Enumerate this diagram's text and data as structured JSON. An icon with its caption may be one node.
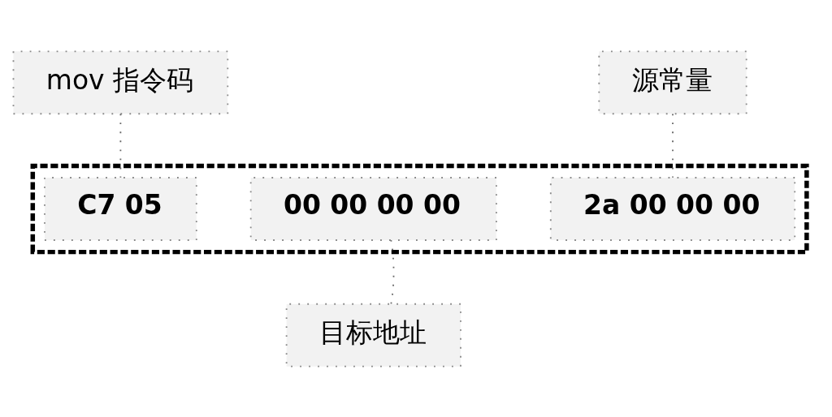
{
  "diagram": {
    "nodes": [
      {
        "text": [
          "mov 指令码"
        ]
      },
      {
        "text": [
          "源常量"
        ]
      },
      {
        "text": [],
        "shape": "box"
      },
      {
        "text": [
          "C7 05"
        ],
        "in": 2
      },
      {
        "text": [
          "00 00 00 00"
        ],
        "in": 2
      },
      {
        "text": [
          "2a 00 00 00"
        ],
        "in": 2
      },
      {
        "text": [
          "目标地址"
        ]
      }
    ],
    "edges": [
      {
        "from": 0,
        "to": 3,
        "arrow": "none"
      },
      {
        "from": 1,
        "to": 5,
        "arrow": "none"
      },
      {
        "from": 6,
        "to": 4,
        "arrow": "none"
      }
    ]
  }
}
